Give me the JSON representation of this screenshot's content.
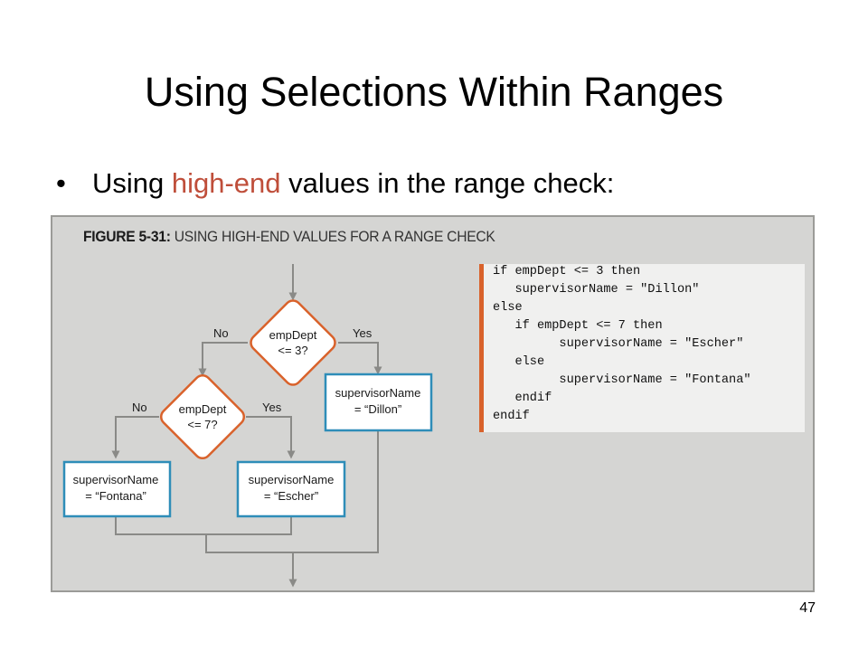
{
  "slide": {
    "title": "Using Selections Within Ranges",
    "bullet_prefix": "Using ",
    "bullet_highlight": "high-end",
    "bullet_suffix": " values in the range check:",
    "page_number": "47",
    "highlight_color": "#bf4e3a"
  },
  "figure": {
    "number": "FIGURE 5-31:",
    "caption": "USING HIGH-END VALUES FOR A RANGE CHECK",
    "flowchart": {
      "decision1": {
        "line1": "empDept",
        "line2": "<= 3?"
      },
      "decision2": {
        "line1": "empDept",
        "line2": "<= 7?"
      },
      "labels": {
        "d1_no": "No",
        "d1_yes": "Yes",
        "d2_no": "No",
        "d2_yes": "Yes"
      },
      "box_dillon": {
        "line1": "supervisorName",
        "line2": "= “Dillon”"
      },
      "box_escher": {
        "line1": "supervisorName",
        "line2": "= “Escher”"
      },
      "box_fontana": {
        "line1": "supervisorName",
        "line2": "= “Fontana”"
      }
    },
    "pseudocode": [
      "if empDept <= 3 then",
      "   supervisorName = \"Dillon\"",
      "else",
      "   if empDept <= 7 then",
      "         supervisorName = \"Escher\"",
      "   else",
      "         supervisorName = \"Fontana\"",
      "   endif",
      "endif"
    ],
    "colors": {
      "decision_border": "#d9622b",
      "process_border": "#2e8db8",
      "flow_line": "#8a8a87",
      "code_accent": "#d9622b"
    }
  }
}
